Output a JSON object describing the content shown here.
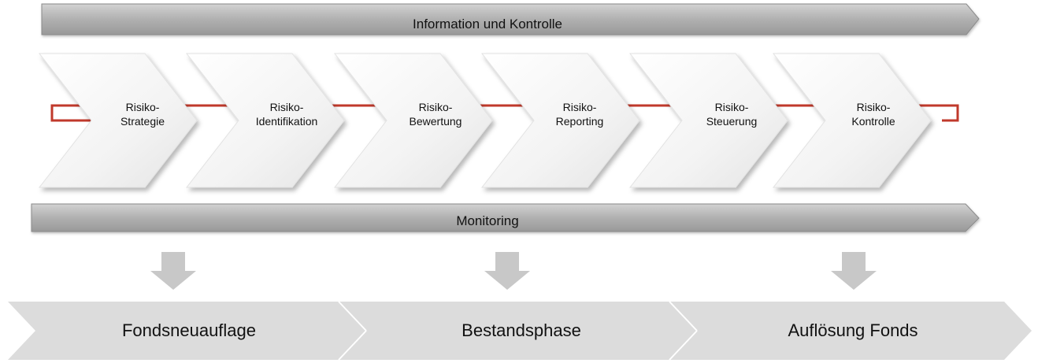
{
  "top_banner": {
    "label": "Information und Kontrolle"
  },
  "process_steps": [
    {
      "line1": "Risiko-",
      "line2": "Strategie"
    },
    {
      "line1": "Risiko-",
      "line2": "Identifikation"
    },
    {
      "line1": "Risiko-",
      "line2": "Bewertung"
    },
    {
      "line1": "Risiko-",
      "line2": "Reporting"
    },
    {
      "line1": "Risiko-",
      "line2": "Steuerung"
    },
    {
      "line1": "Risiko-",
      "line2": "Kontrolle"
    }
  ],
  "monitoring_banner": {
    "label": "Monitoring"
  },
  "phases": [
    {
      "label": "Fondsneuauflage"
    },
    {
      "label": "Bestandsphase"
    },
    {
      "label": "Auflösung Fonds"
    }
  ],
  "colors": {
    "banner_fill": "#a6a6a6",
    "chevron_fill": "#f4f4f4",
    "loop_line": "#c0392b",
    "down_arrow": "#c8c8c8",
    "phase_fill": "#dcdcdc"
  }
}
